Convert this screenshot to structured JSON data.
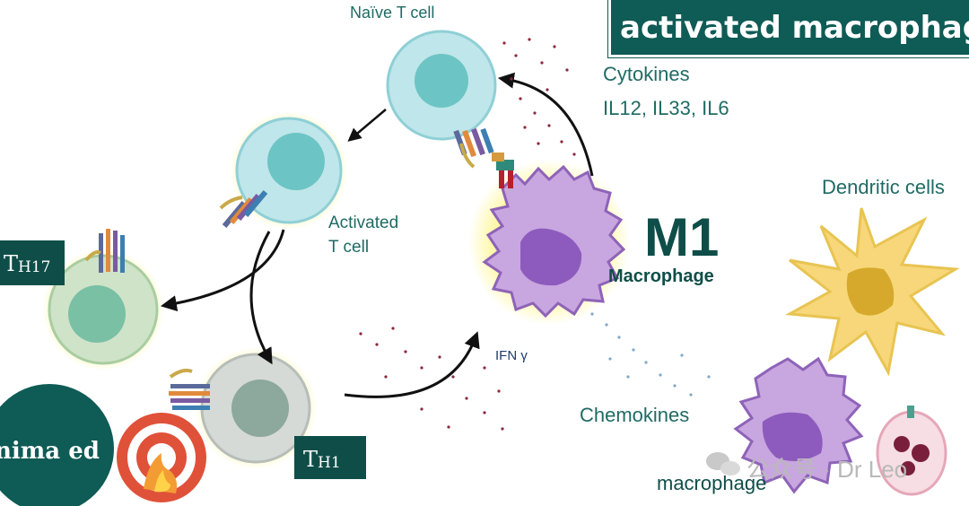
{
  "title": "activated macrophag",
  "labels": {
    "naive_t_cell": "Naïve T cell",
    "cytokines": "Cytokines",
    "cytokine_list": "IL12, IL33, IL6",
    "activated_t_cell_line1": "Activated",
    "activated_t_cell_line2": "T cell",
    "m1": "M1",
    "m1_macrophage": "Macrophage",
    "dendritic_cells": "Dendritic cells",
    "ifn_gamma": "IFN γ",
    "chemokines": "Chemokines",
    "macrophage": "macrophage"
  },
  "boxes": {
    "th17_main": "T",
    "th17_sub": "H17",
    "th1_main": "T",
    "th1_sub": "H1"
  },
  "logo_text": "nima ed",
  "watermark": "公众号 · Dr Leo",
  "colors": {
    "teal_dark": "#0f5b55",
    "label_teal": "#1f6b64",
    "m1_macrophage": "#c8a6e0",
    "dendritic": "#f7d77a",
    "naive_cell": "#bfe6ea",
    "th17_cell": "#cfe3c9",
    "th1_cell": "#d5dad6"
  },
  "icons": [
    "target-icon",
    "flame-icon",
    "logo-badge",
    "wechat-icon"
  ]
}
